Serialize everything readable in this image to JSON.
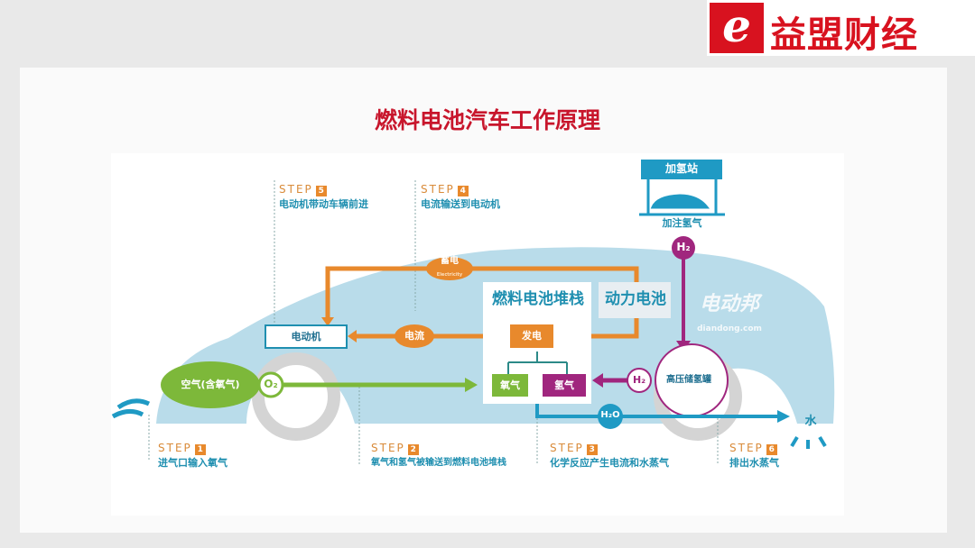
{
  "brand": {
    "logo_letter": "e",
    "name": "益盟财经"
  },
  "title": "燃料电池汽车工作原理",
  "diagram": {
    "station": {
      "sign": "加氢站",
      "caption": "加注氢气"
    },
    "h2_top": "H₂",
    "battery_label": "蓄电",
    "battery_sub": "Electricity",
    "motor": "电动机",
    "current": "电流",
    "stack": "燃料电池堆栈",
    "power_battery": "动力电池",
    "generate": "发电",
    "oxygen": "氧气",
    "hydrogen": "氢气",
    "tank": "高压储氢罐",
    "h2_tank": "H₂",
    "air": "空气(含氧气)",
    "o2": "O₂",
    "h2o": "H₂O",
    "water": "水",
    "watermark": "电动邦",
    "watermark_url": "diandong.com",
    "steps": [
      {
        "label": "STEP",
        "num": "1",
        "text": "进气口输入氧气"
      },
      {
        "label": "STEP",
        "num": "2",
        "text": "氧气和氢气被输送到燃料电池堆栈"
      },
      {
        "label": "STEP",
        "num": "3",
        "text": "化学反应产生电流和水蒸气"
      },
      {
        "label": "STEP",
        "num": "4",
        "text": "电流输送到电动机"
      },
      {
        "label": "STEP",
        "num": "5",
        "text": "电动机带动车辆前进"
      },
      {
        "label": "STEP",
        "num": "6",
        "text": "排出水蒸气"
      }
    ]
  },
  "colors": {
    "brand": "#d8121f",
    "title": "#c8162c",
    "orange": "#e8892c",
    "green": "#7db83a",
    "purple": "#a0267e",
    "blue": "#1f9ac4"
  }
}
